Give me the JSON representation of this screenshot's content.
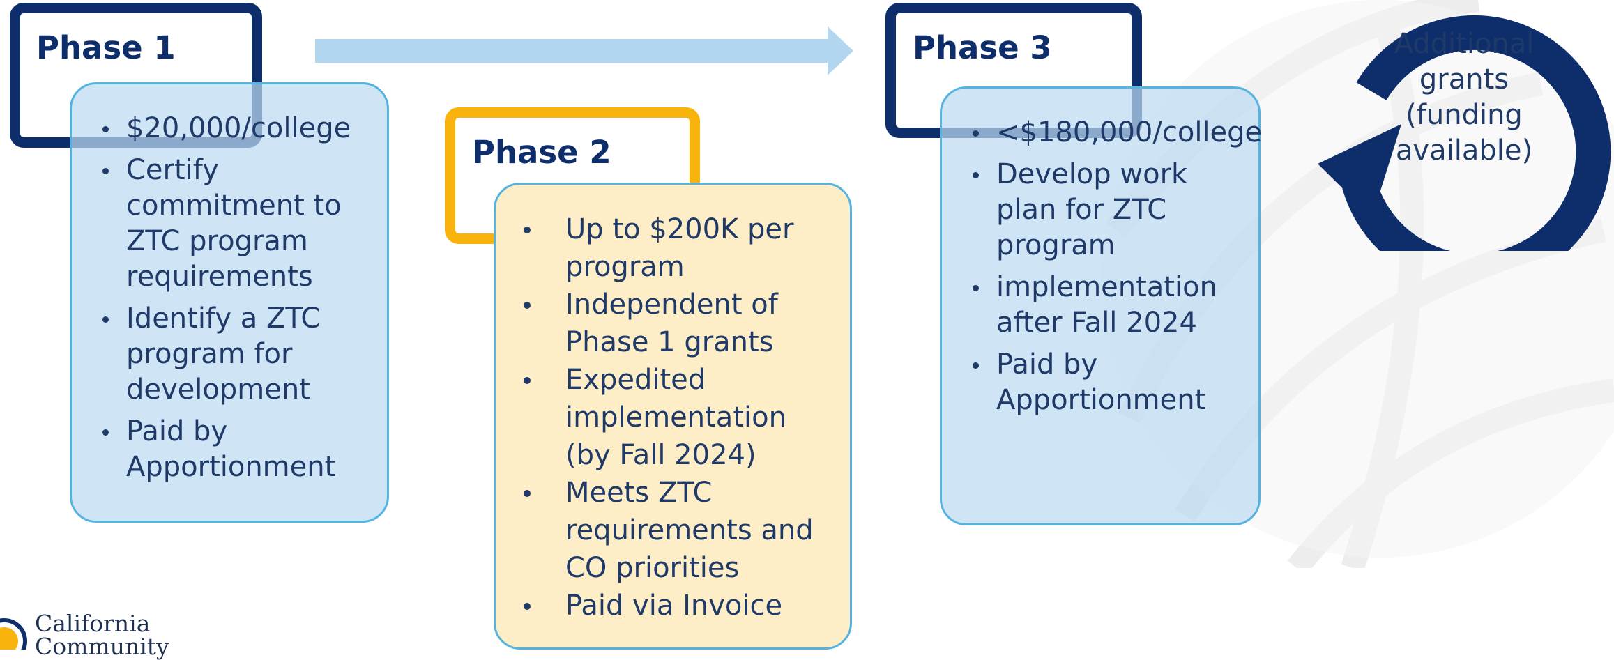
{
  "colors": {
    "navy": "#0e2d6b",
    "gold": "#f9b30d",
    "light_blue_fill": "#bcd9f0",
    "light_yellow_fill": "#fdeec8",
    "arrow_blue": "#b3d6f0",
    "text": "#1f3a68"
  },
  "phases": [
    {
      "title": "Phase 1",
      "items": [
        "$20,000/college",
        "Certify commitment to ZTC program requirements",
        "Identify a ZTC program for development",
        "Paid by Apportionment"
      ]
    },
    {
      "title": "Phase 2",
      "items": [
        "Up to $200K per program",
        "Independent of Phase 1 grants",
        "Expedited implementation (by Fall 2024)",
        "Meets ZTC requirements and CO priorities",
        "Paid via Invoice"
      ]
    },
    {
      "title": "Phase 3",
      "items": [
        "<$180,000/college",
        "Develop work plan for ZTC program",
        "implementation after Fall 2024",
        "Paid by Apportionment"
      ]
    }
  ],
  "cycle": {
    "lines": [
      "Additional",
      "grants",
      "(funding",
      "available)"
    ],
    "icon": "circular-arrow-icon"
  },
  "logo": {
    "lines": [
      "California",
      "Community"
    ],
    "icon": "seal-icon"
  }
}
